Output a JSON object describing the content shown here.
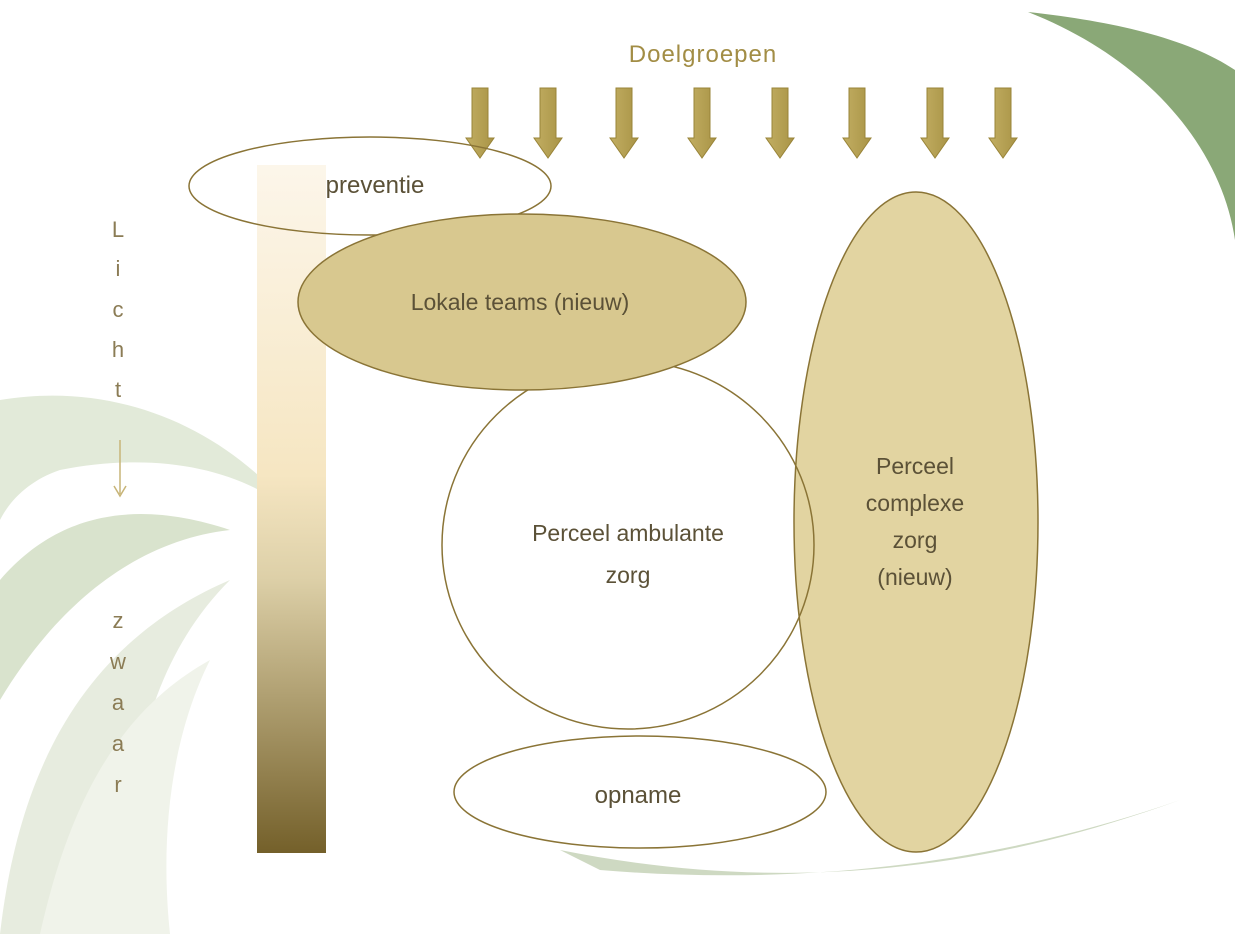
{
  "header": {
    "title": "Doelgroepen"
  },
  "scale": {
    "top_letters": [
      "L",
      "i",
      "c",
      "h",
      "t"
    ],
    "bottom_letters": [
      "z",
      "w",
      "a",
      "a",
      "r"
    ]
  },
  "nodes": {
    "preventie": "preventie",
    "lokale_teams": "Lokale teams (nieuw)",
    "ambulant_line1": "Perceel ambulante",
    "ambulant_line2": "zorg",
    "complex_line1": "Perceel",
    "complex_line2": "complexe",
    "complex_line3": "zorg",
    "complex_line4": "(nieuw)",
    "opname": "opname"
  },
  "colors": {
    "accent": "#b9a454",
    "fill": "#d6c58e",
    "fill_light": "#e2d4a1",
    "stroke": "#8a7436",
    "text": "#5b5137",
    "bg_green": "#8aa877",
    "gradient_top": "#fdf3de",
    "gradient_bottom": "#77602e"
  }
}
